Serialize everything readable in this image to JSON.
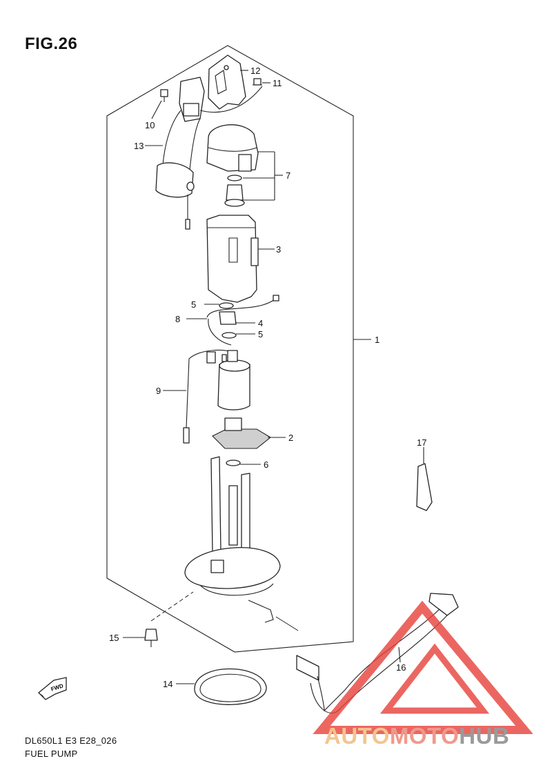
{
  "figure": {
    "title": "FIG.26",
    "model_code": "DL650L1 E3 E28_026",
    "name": "FUEL PUMP"
  },
  "callouts": [
    "1",
    "2",
    "3",
    "4",
    "5",
    "5",
    "6",
    "7",
    "8",
    "9",
    "10",
    "11",
    "12",
    "13",
    "14",
    "15",
    "16",
    "17"
  ],
  "direction_arrow": {
    "label": "FWD",
    "icon": "fwd-arrow-icon"
  },
  "watermark": {
    "text_part1": "AUTO",
    "text_part2": "MOTO",
    "text_part3": "HUB",
    "icon": "triangle-logo-icon",
    "colors": {
      "auto": "#f3c58f",
      "moto": "#ee9a8c",
      "hub": "#9a9a9a",
      "logo": "#e8413a"
    }
  }
}
